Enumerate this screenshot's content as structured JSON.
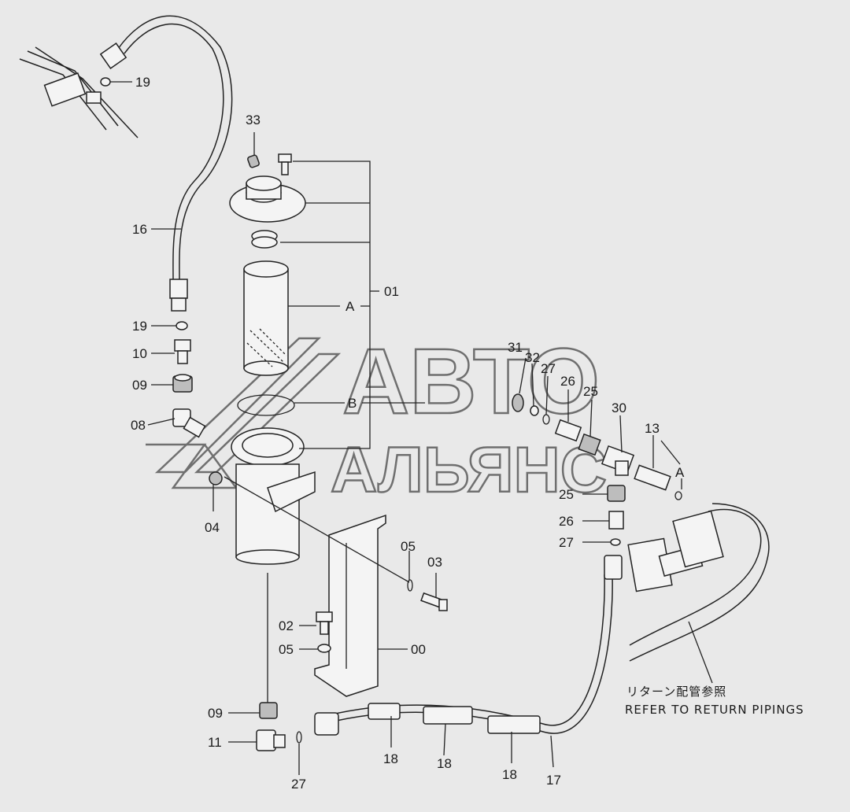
{
  "labels": {
    "p33": "33",
    "p19a": "19",
    "p16": "16",
    "p19b": "19",
    "p10": "10",
    "p09a": "09",
    "p08": "08",
    "p04": "04",
    "p01": "01",
    "pA1": "A",
    "pB": "B",
    "p31": "31",
    "p32": "32",
    "p27a": "27",
    "p26a": "26",
    "p25a": "25",
    "p30": "30",
    "p13": "13",
    "pA2": "A",
    "p25b": "25",
    "p26b": "26",
    "p27b": "27",
    "p05a": "05",
    "p03": "03",
    "p02": "02",
    "p05b": "05",
    "p00": "00",
    "p09b": "09",
    "p11": "11",
    "p27c": "27",
    "p18a": "18",
    "p18b": "18",
    "p18c": "18",
    "p17": "17"
  },
  "note": {
    "jp": "リターン配管参照",
    "en": "REFER TO RETURN PIPINGS"
  },
  "watermark": {
    "line1": "АВТО",
    "line2": "АЛЬЯНС"
  }
}
